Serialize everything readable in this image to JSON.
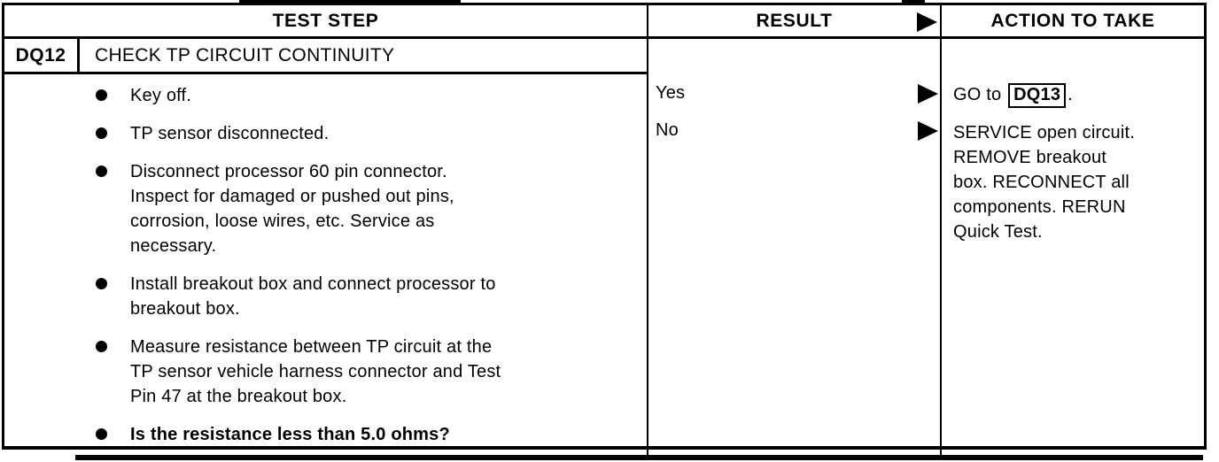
{
  "table": {
    "headers": {
      "test_step": "TEST STEP",
      "result": "RESULT",
      "action": "ACTION TO TAKE"
    },
    "step": {
      "id": "DQ12",
      "title": "CHECK TP CIRCUIT CONTINUITY"
    },
    "bullets": [
      {
        "text": "Key off."
      },
      {
        "text": "TP sensor disconnected."
      },
      {
        "text": "Disconnect processor 60 pin connector.\nInspect for damaged or pushed out pins,\ncorrosion, loose wires, etc. Service as\nnecessary."
      },
      {
        "text": "Install breakout box and connect processor to\nbreakout box."
      },
      {
        "text": "Measure resistance between TP circuit at the\nTP sensor vehicle harness connector and Test\nPin 47 at the breakout box."
      },
      {
        "text": "Is the resistance less than 5.0 ohms?"
      }
    ],
    "results": [
      {
        "label": "Yes"
      },
      {
        "label": "No"
      }
    ],
    "actions": {
      "yes": {
        "prefix": "GO to",
        "target": "DQ13",
        "suffix": "."
      },
      "no": "SERVICE open circuit.\nREMOVE breakout\nbox. RECONNECT all\ncomponents. RERUN\nQuick Test."
    },
    "icons": {
      "header_arrow": "right-arrow",
      "result_arrow": "right-arrow"
    },
    "colors": {
      "ink": "#000000",
      "paper": "#ffffff"
    }
  }
}
